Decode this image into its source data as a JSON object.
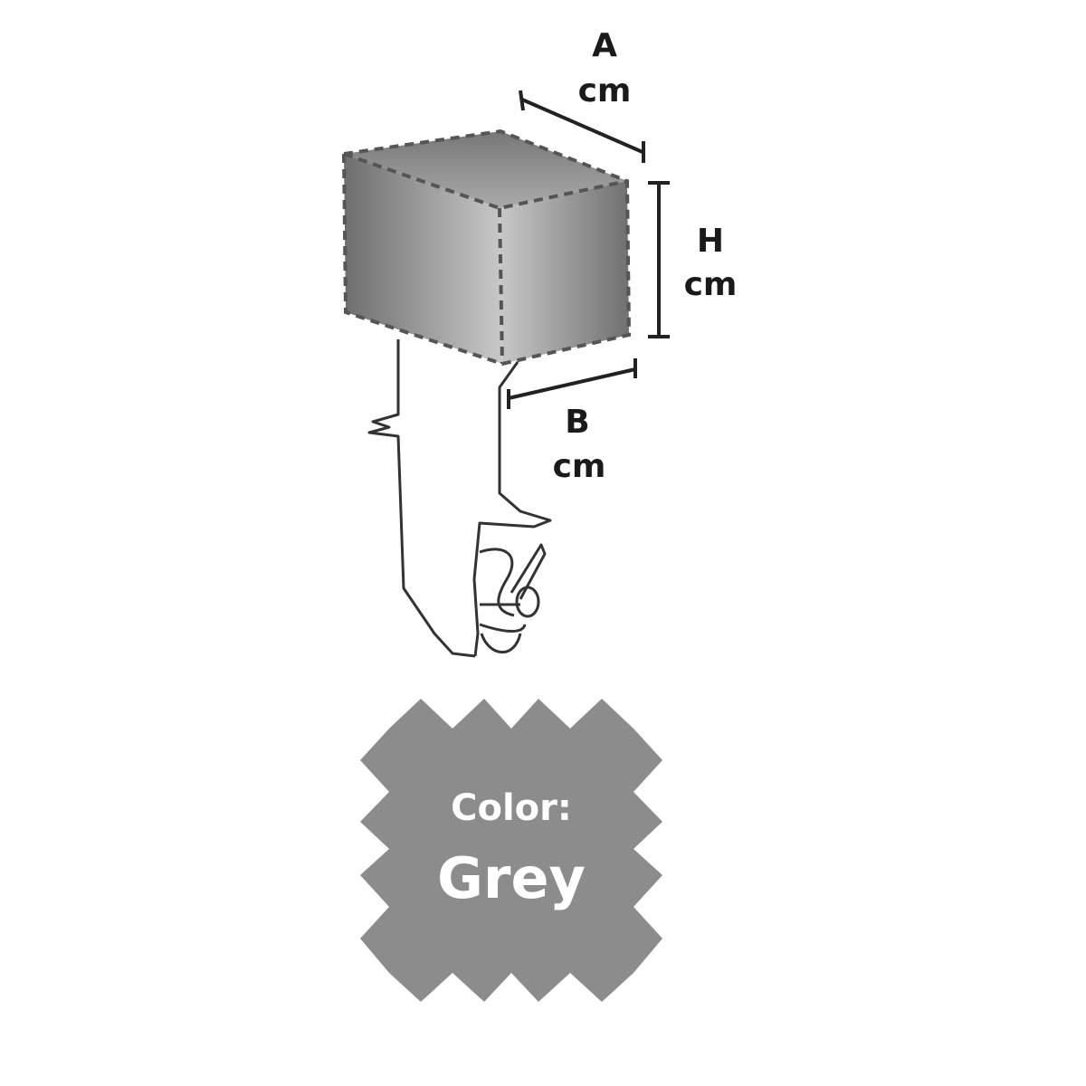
{
  "dimensions": {
    "a": {
      "letter": "A",
      "unit": "cm"
    },
    "h": {
      "letter": "H",
      "unit": "cm"
    },
    "b": {
      "letter": "B",
      "unit": "cm"
    }
  },
  "swatch": {
    "label": "Color:",
    "value": "Grey",
    "color": "#8c8c8c"
  }
}
